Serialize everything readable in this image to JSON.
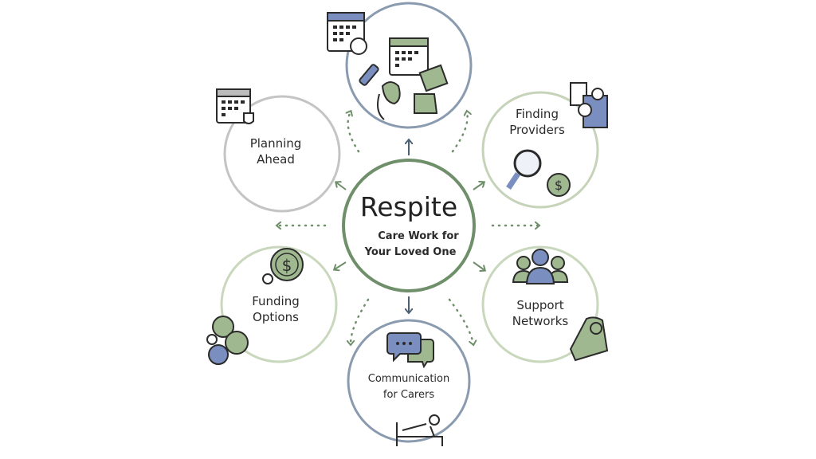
{
  "center": {
    "title": "Respite",
    "subtitle_line1": "Care Work for",
    "subtitle_line2": "Your Loved One"
  },
  "nodes": [
    {
      "line1": "Planning",
      "line2": "Ahead"
    },
    {
      "line1": "Finding",
      "line2": "Providers"
    },
    {
      "line1": "Funding",
      "line2": "Options"
    },
    {
      "line1": "Support",
      "line2": "Networks"
    },
    {
      "line1": "Communication",
      "line2": "for Carers"
    }
  ],
  "colors": {
    "green": "#6f8f6a",
    "blue": "#7f93ad",
    "sage": "#a9bf9a",
    "gray": "#c4c4c4",
    "iconGreen": "#9fb88f",
    "iconBlue": "#7a8fbf",
    "ink": "#2b2b2b"
  }
}
